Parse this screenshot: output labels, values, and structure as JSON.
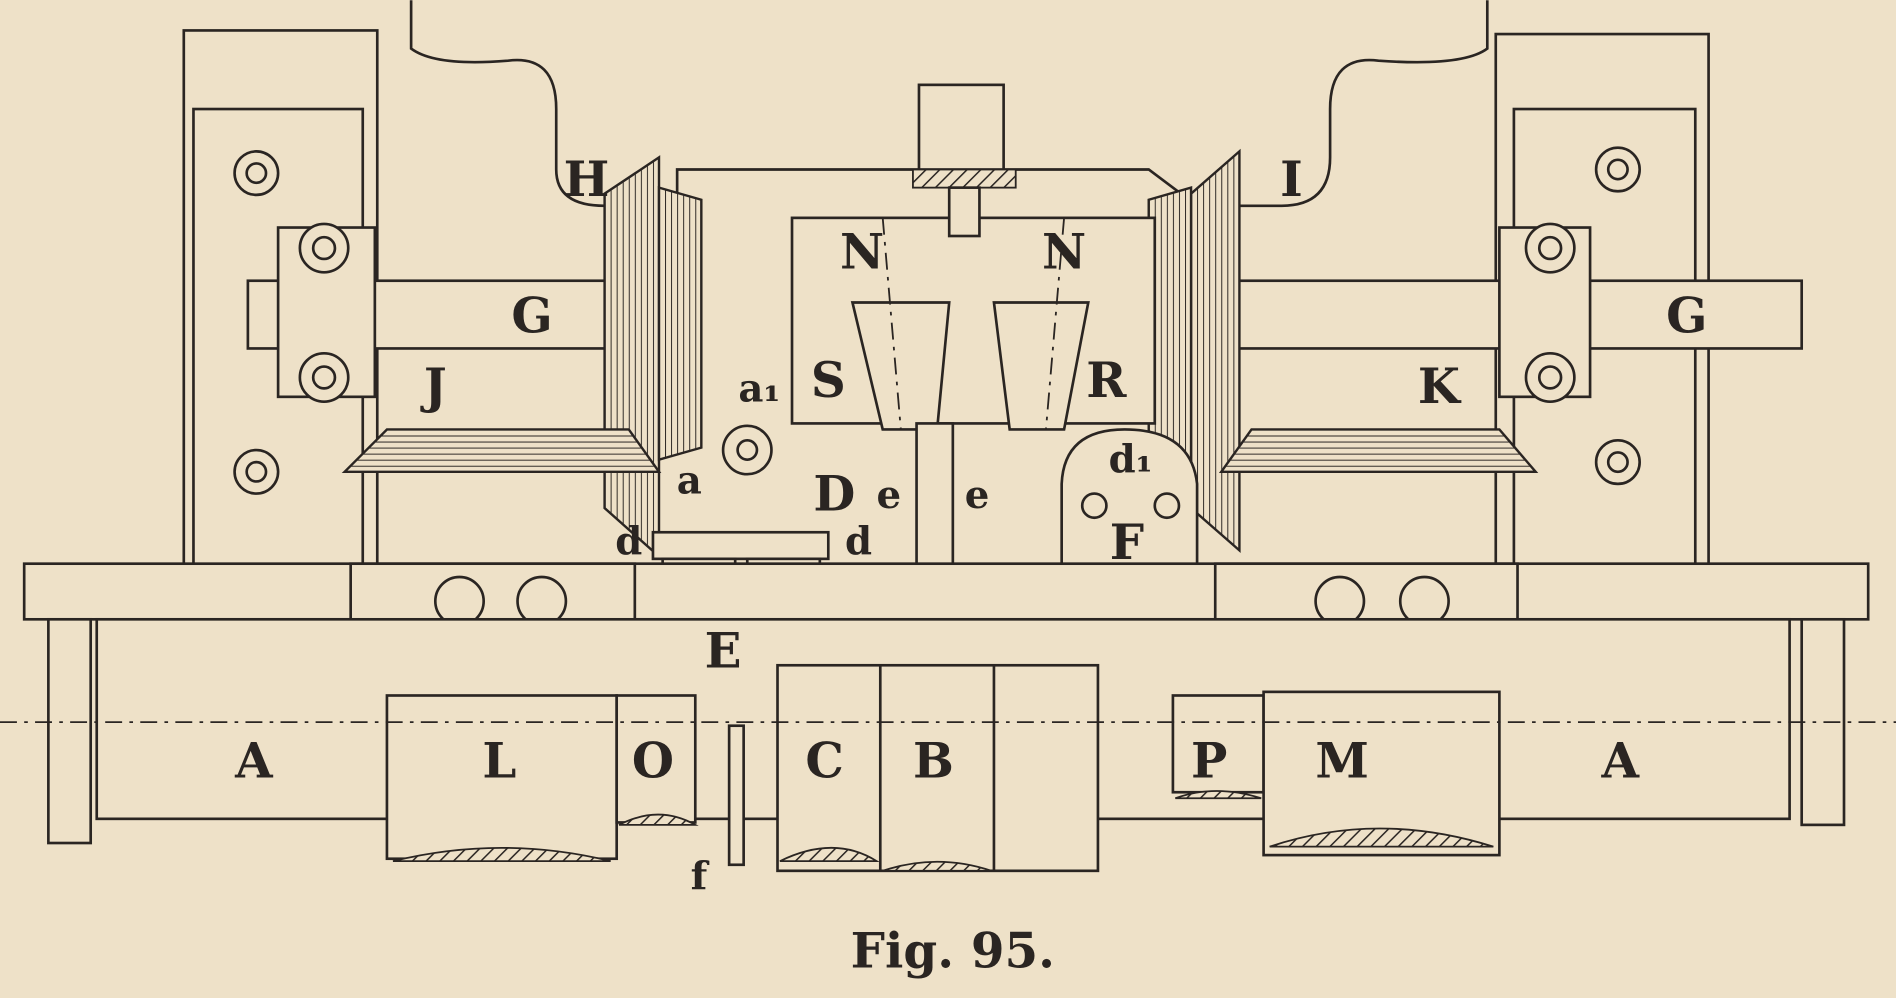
{
  "figure": {
    "caption": "Fig. 95.",
    "labels": {
      "H": "H",
      "I": "I",
      "G_left": "G",
      "G_right": "G",
      "N_left": "N",
      "N_right": "N",
      "S": "S",
      "R": "R",
      "J": "J",
      "K": "K",
      "a1": "a₁",
      "a": "a",
      "D": "D",
      "e_left": "e",
      "e_right": "e",
      "d1": "d₁",
      "F": "F",
      "d_left": "d",
      "d_right": "d",
      "E": "E",
      "A_left": "A",
      "L": "L",
      "O": "O",
      "C": "C",
      "B": "B",
      "P": "P",
      "M": "M",
      "A_right": "A",
      "f": "f"
    }
  }
}
